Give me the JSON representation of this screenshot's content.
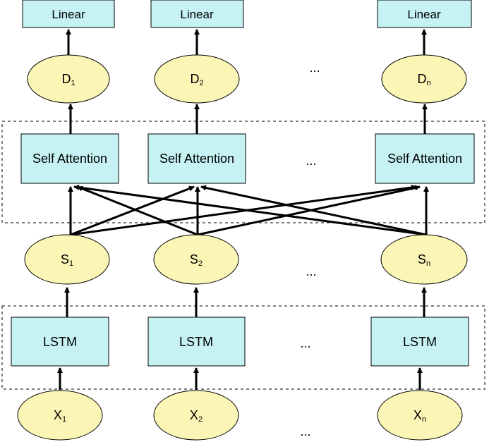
{
  "colors": {
    "box_fill": "#c6f2f3",
    "ellipse_fill": "#fbf6b6",
    "stroke": "#000000",
    "dash": "#555555"
  },
  "linear": {
    "c1": "Linear",
    "c2": "Linear",
    "c3": "Linear"
  },
  "decoder": {
    "c1": {
      "base": "D",
      "sub": "1"
    },
    "c2": {
      "base": "D",
      "sub": "2"
    },
    "c3": {
      "base": "D",
      "sub": "n"
    }
  },
  "attention": {
    "c1": "Self Attention",
    "c2": "Self Attention",
    "c3": "Self Attention"
  },
  "state": {
    "c1": {
      "base": "S",
      "sub": "1"
    },
    "c2": {
      "base": "S",
      "sub": "2"
    },
    "c3": {
      "base": "S",
      "sub": "n"
    }
  },
  "lstm": {
    "c1": "LSTM",
    "c2": "LSTM",
    "c3": "LSTM"
  },
  "input": {
    "c1": {
      "base": "X",
      "sub": "1"
    },
    "c2": {
      "base": "X",
      "sub": "2"
    },
    "c3": {
      "base": "X",
      "sub": "n"
    }
  },
  "ellipsis": "..."
}
